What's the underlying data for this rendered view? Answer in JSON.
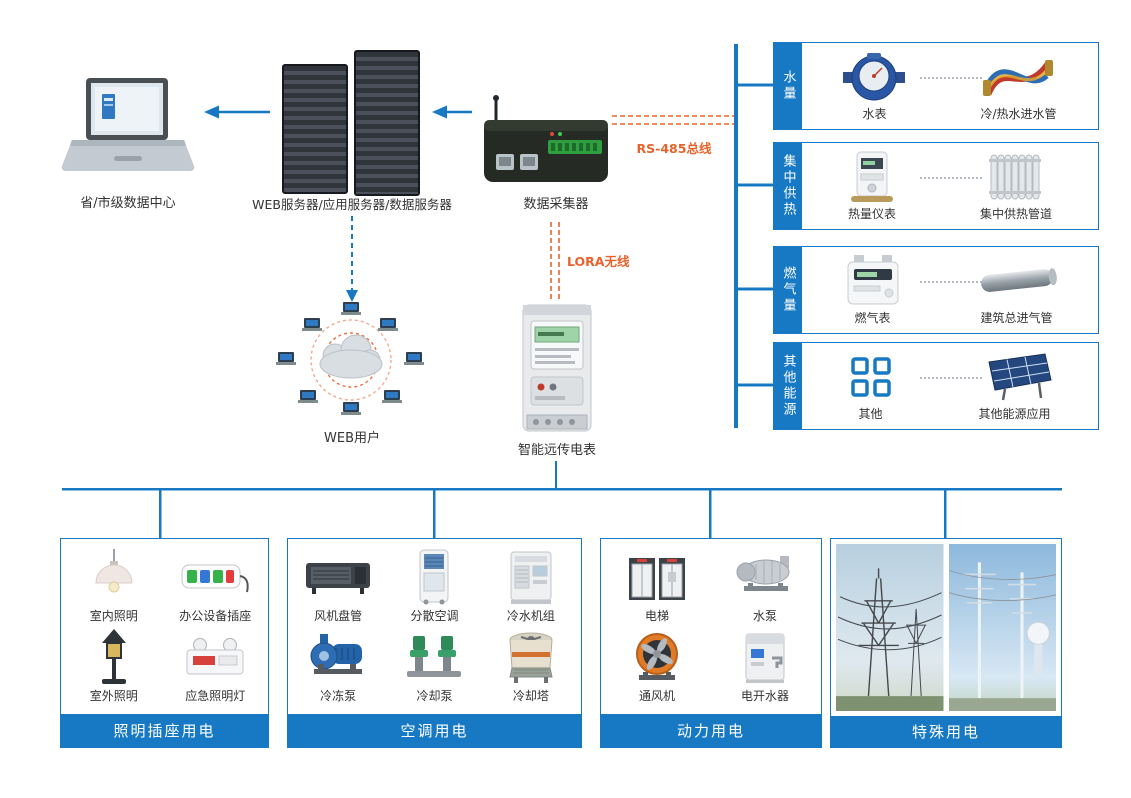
{
  "colors": {
    "accent_blue": "#1779c4",
    "accent_orange": "#e8632c"
  },
  "top": {
    "data_center": "省/市级数据中心",
    "servers": "WEB服务器/应用服务器/数据服务器",
    "collector": "数据采集器",
    "rs485": "RS-485总线",
    "lora": "LORA无线",
    "web_users": "WEB用户",
    "smart_meter": "智能远传电表"
  },
  "right_panel": {
    "sections": [
      {
        "title": "水量",
        "items": [
          "水表",
          "冷/热水进水管"
        ]
      },
      {
        "title": "集中供热",
        "items": [
          "热量仪表",
          "集中供热管道"
        ]
      },
      {
        "title": "燃气量",
        "items": [
          "燃气表",
          "建筑总进气管"
        ]
      },
      {
        "title": "其他能源",
        "items": [
          "其他",
          "其他能源应用"
        ]
      }
    ]
  },
  "panels": [
    {
      "title": "照明插座用电",
      "items": [
        "室内照明",
        "办公设备插座",
        "室外照明",
        "应急照明灯"
      ]
    },
    {
      "title": "空调用电",
      "items": [
        "风机盘管",
        "分散空调",
        "冷水机组",
        "冷冻泵",
        "冷却泵",
        "冷却塔"
      ]
    },
    {
      "title": "动力用电",
      "items": [
        "电梯",
        "水泵",
        "通风机",
        "电开水器"
      ]
    },
    {
      "title": "特殊用电",
      "items": []
    }
  ]
}
